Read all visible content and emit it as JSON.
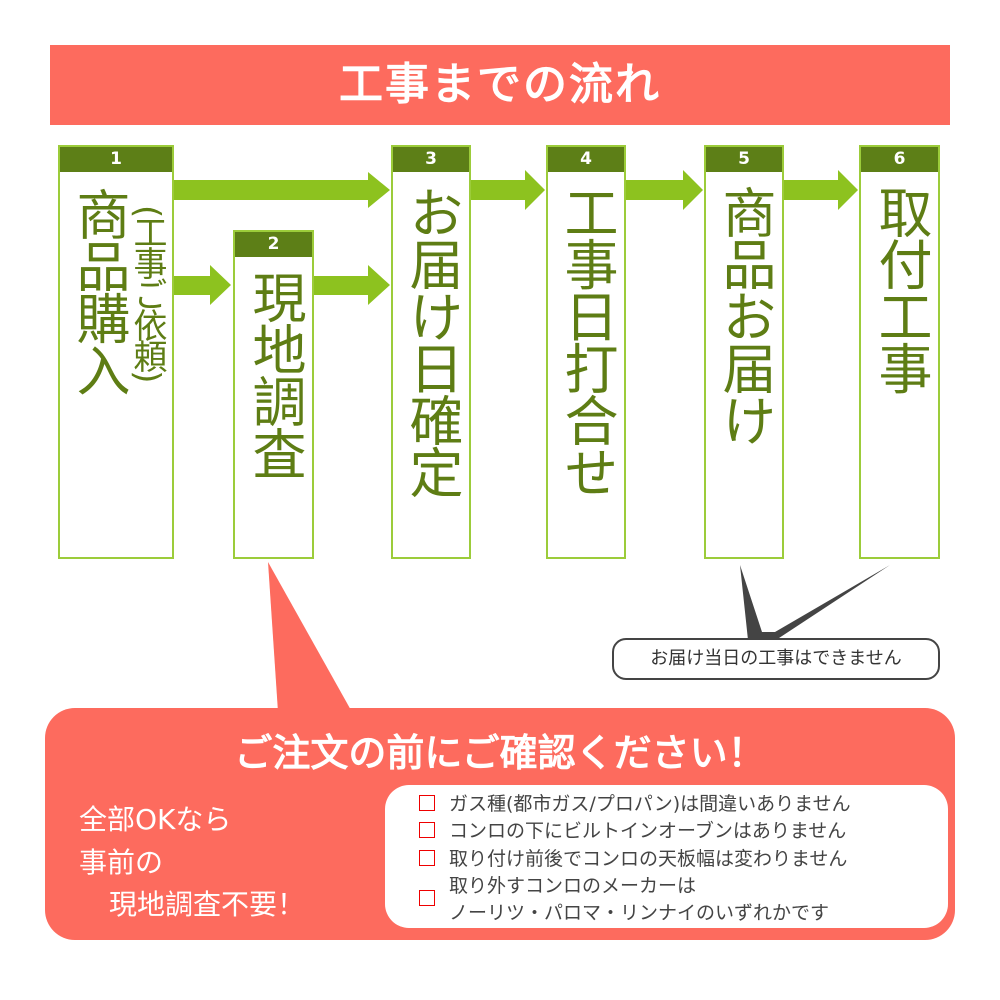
{
  "title": "工事までの流れ",
  "steps": [
    {
      "num": "1",
      "label": "商品購入",
      "sub": "(工事ご依頼)"
    },
    {
      "num": "2",
      "label": "現地調査"
    },
    {
      "num": "3",
      "label": "お届け日確定"
    },
    {
      "num": "4",
      "label": "工事日打合せ"
    },
    {
      "num": "5",
      "label": "商品お届け"
    },
    {
      "num": "6",
      "label": "取付工事"
    }
  ],
  "note": "お届け当日の工事はできません",
  "confirm": {
    "title": "ご注文の前にご確認ください！",
    "left": [
      "全部OKなら",
      "事前の",
      "現地調査不要！"
    ],
    "items": [
      "ガス種(都市ガス/プロパン)は間違いありません",
      "コンロの下にビルトインオーブンはありません",
      "取り付け前後でコンロの天板幅は変わりません",
      "取り外すコンロのメーカーは",
      "ノーリツ・パロマ・リンナイのいずれかです"
    ]
  },
  "colors": {
    "banner": "#fd6b5e",
    "header": "#5d7f17",
    "text": "#5e7d14",
    "arrow": "#8dc21f"
  }
}
